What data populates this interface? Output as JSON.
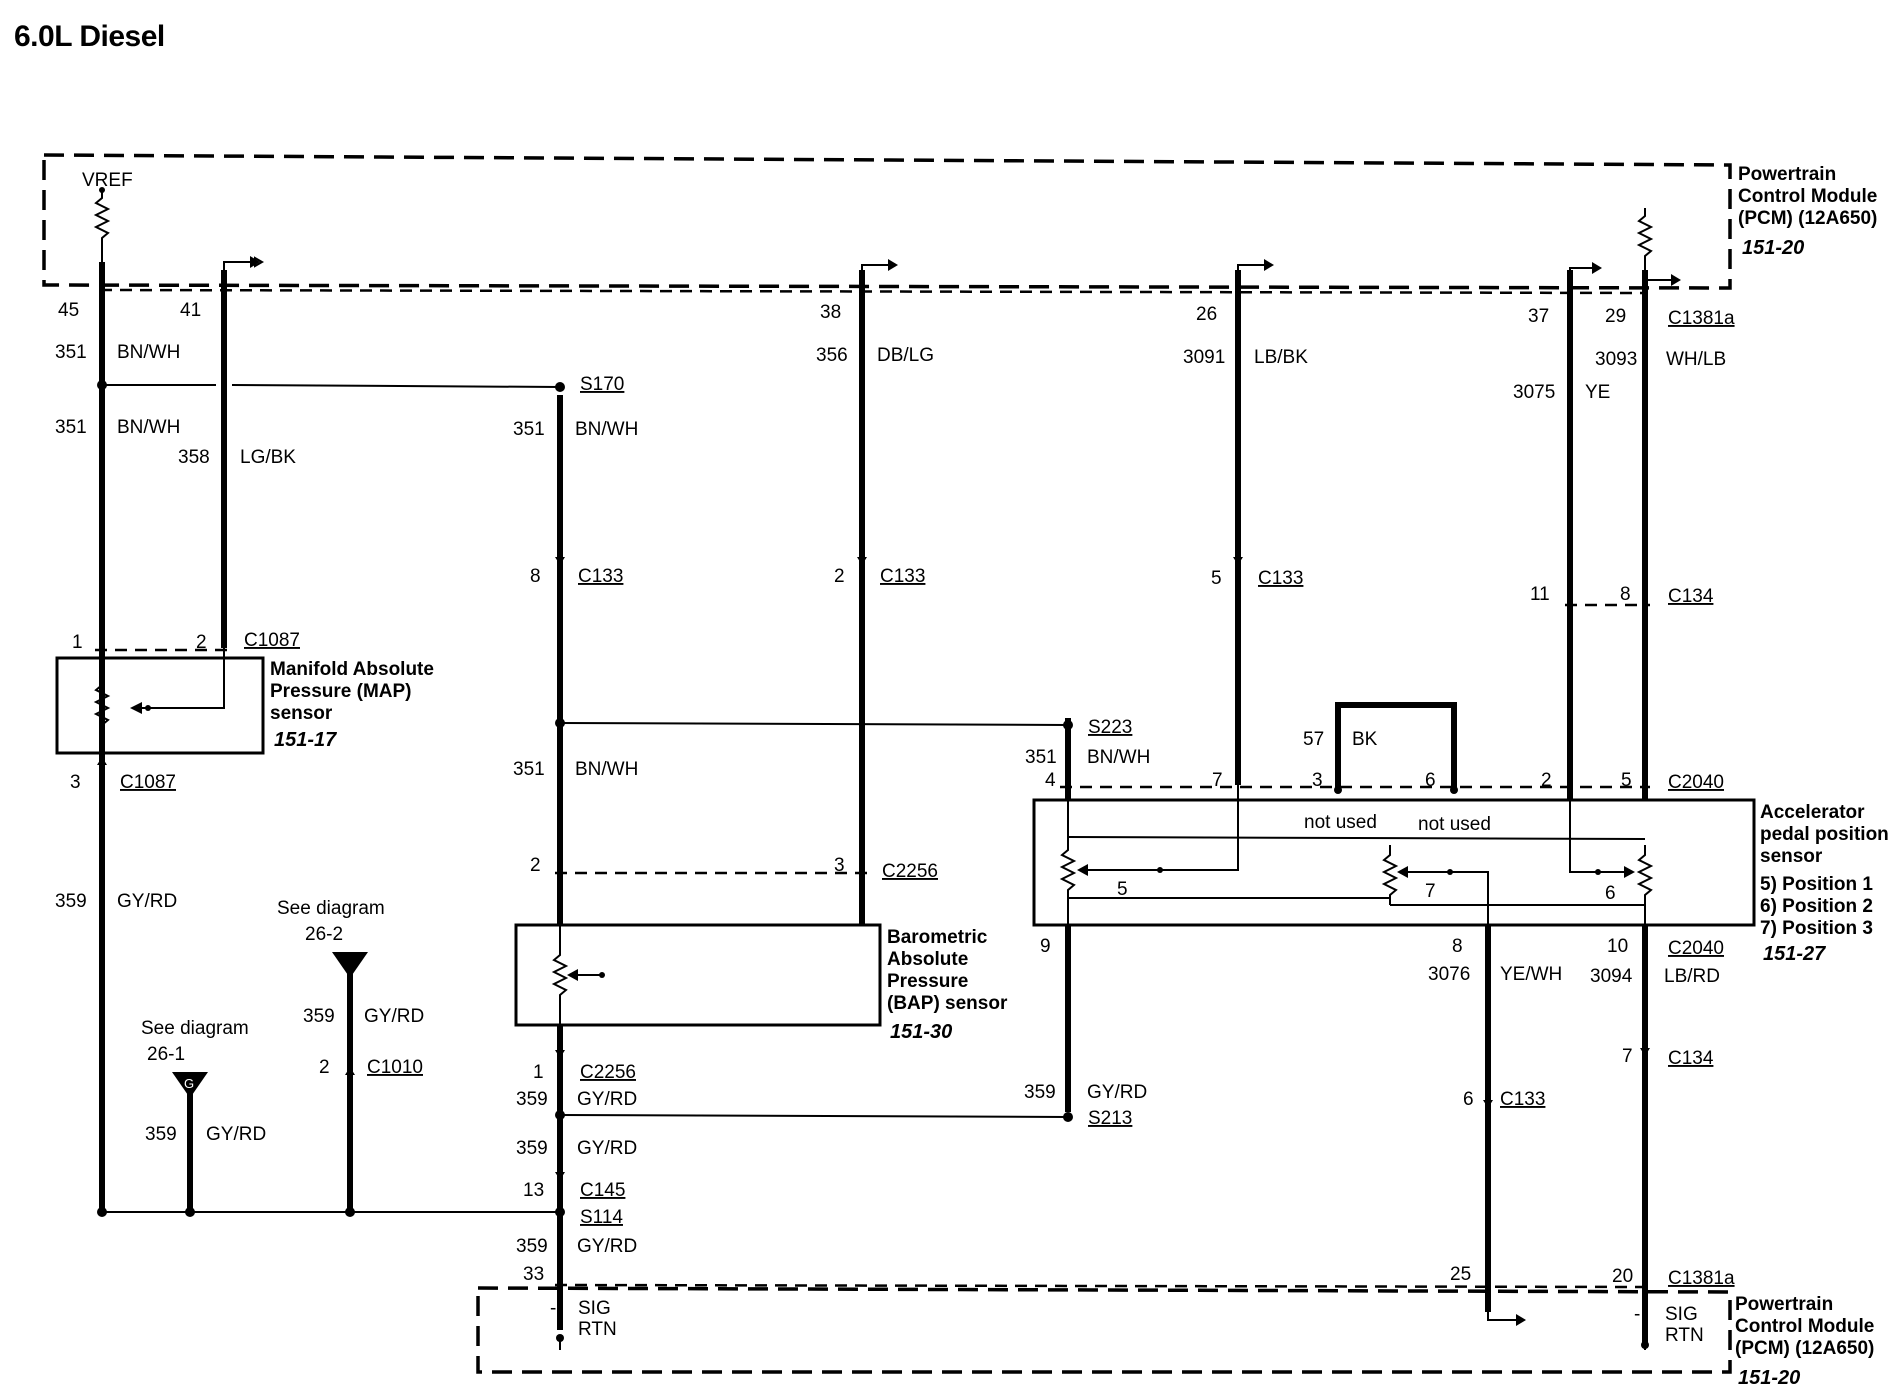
{
  "title": "6.0L Diesel",
  "pcm": {
    "name_line1": "Powertrain",
    "name_line2": "Control Module",
    "name_line3": "(PCM) (12A650)",
    "page_ref": "151-20",
    "vref": "VREF",
    "sig_rtn_1": "SIG",
    "sig_rtn_2": "RTN",
    "minus": "-",
    "connector_top": "C1381a",
    "connector_bottom": "C1381a"
  },
  "pins_top": [
    "45",
    "41",
    "38",
    "26",
    "37",
    "29"
  ],
  "pins_bottom": [
    "33",
    "25",
    "20"
  ],
  "wires": [
    {
      "circuit": "351",
      "color": "BN/WH"
    },
    {
      "circuit": "358",
      "color": "LG/BK"
    },
    {
      "circuit": "356",
      "color": "DB/LG"
    },
    {
      "circuit": "3091",
      "color": "LB/BK"
    },
    {
      "circuit": "3075",
      "color": "YE"
    },
    {
      "circuit": "3093",
      "color": "WH/LB"
    },
    {
      "circuit": "359",
      "color": "GY/RD"
    },
    {
      "circuit": "3076",
      "color": "YE/WH"
    },
    {
      "circuit": "3094",
      "color": "LB/RD"
    },
    {
      "circuit": "57",
      "color": "BK"
    }
  ],
  "splices": [
    "S170",
    "S223",
    "S213",
    "S114"
  ],
  "connectors": {
    "c133": "C133",
    "c134": "C134",
    "c1087": "C1087",
    "c2256": "C2256",
    "c2040": "C2040",
    "c1010": "C1010",
    "c145": "C145"
  },
  "pin_numbers": {
    "p1": "1",
    "p2": "2",
    "p3": "3",
    "p4": "4",
    "p5": "5",
    "p6": "6",
    "p7": "7",
    "p8": "8",
    "p9": "9",
    "p10": "10",
    "p11": "11",
    "p13": "13"
  },
  "map_sensor": {
    "line1": "Manifold Absolute",
    "line2": "Pressure (MAP)",
    "line3": "sensor",
    "page_ref": "151-17"
  },
  "bap_sensor": {
    "line1": "Barometric",
    "line2": "Absolute",
    "line3": "Pressure",
    "line4": "(BAP) sensor",
    "page_ref": "151-30"
  },
  "app_sensor": {
    "line1": "Accelerator",
    "line2": "pedal position",
    "line3": "sensor",
    "pos1": "5) Position 1",
    "pos2": "6) Position 2",
    "pos3": "7) Position 3",
    "page_ref": "151-27",
    "not_used": "not used"
  },
  "see_diagram": {
    "label": "See diagram",
    "ref_a": "26-2",
    "ref_b": "26-1",
    "g_symbol": "G"
  }
}
